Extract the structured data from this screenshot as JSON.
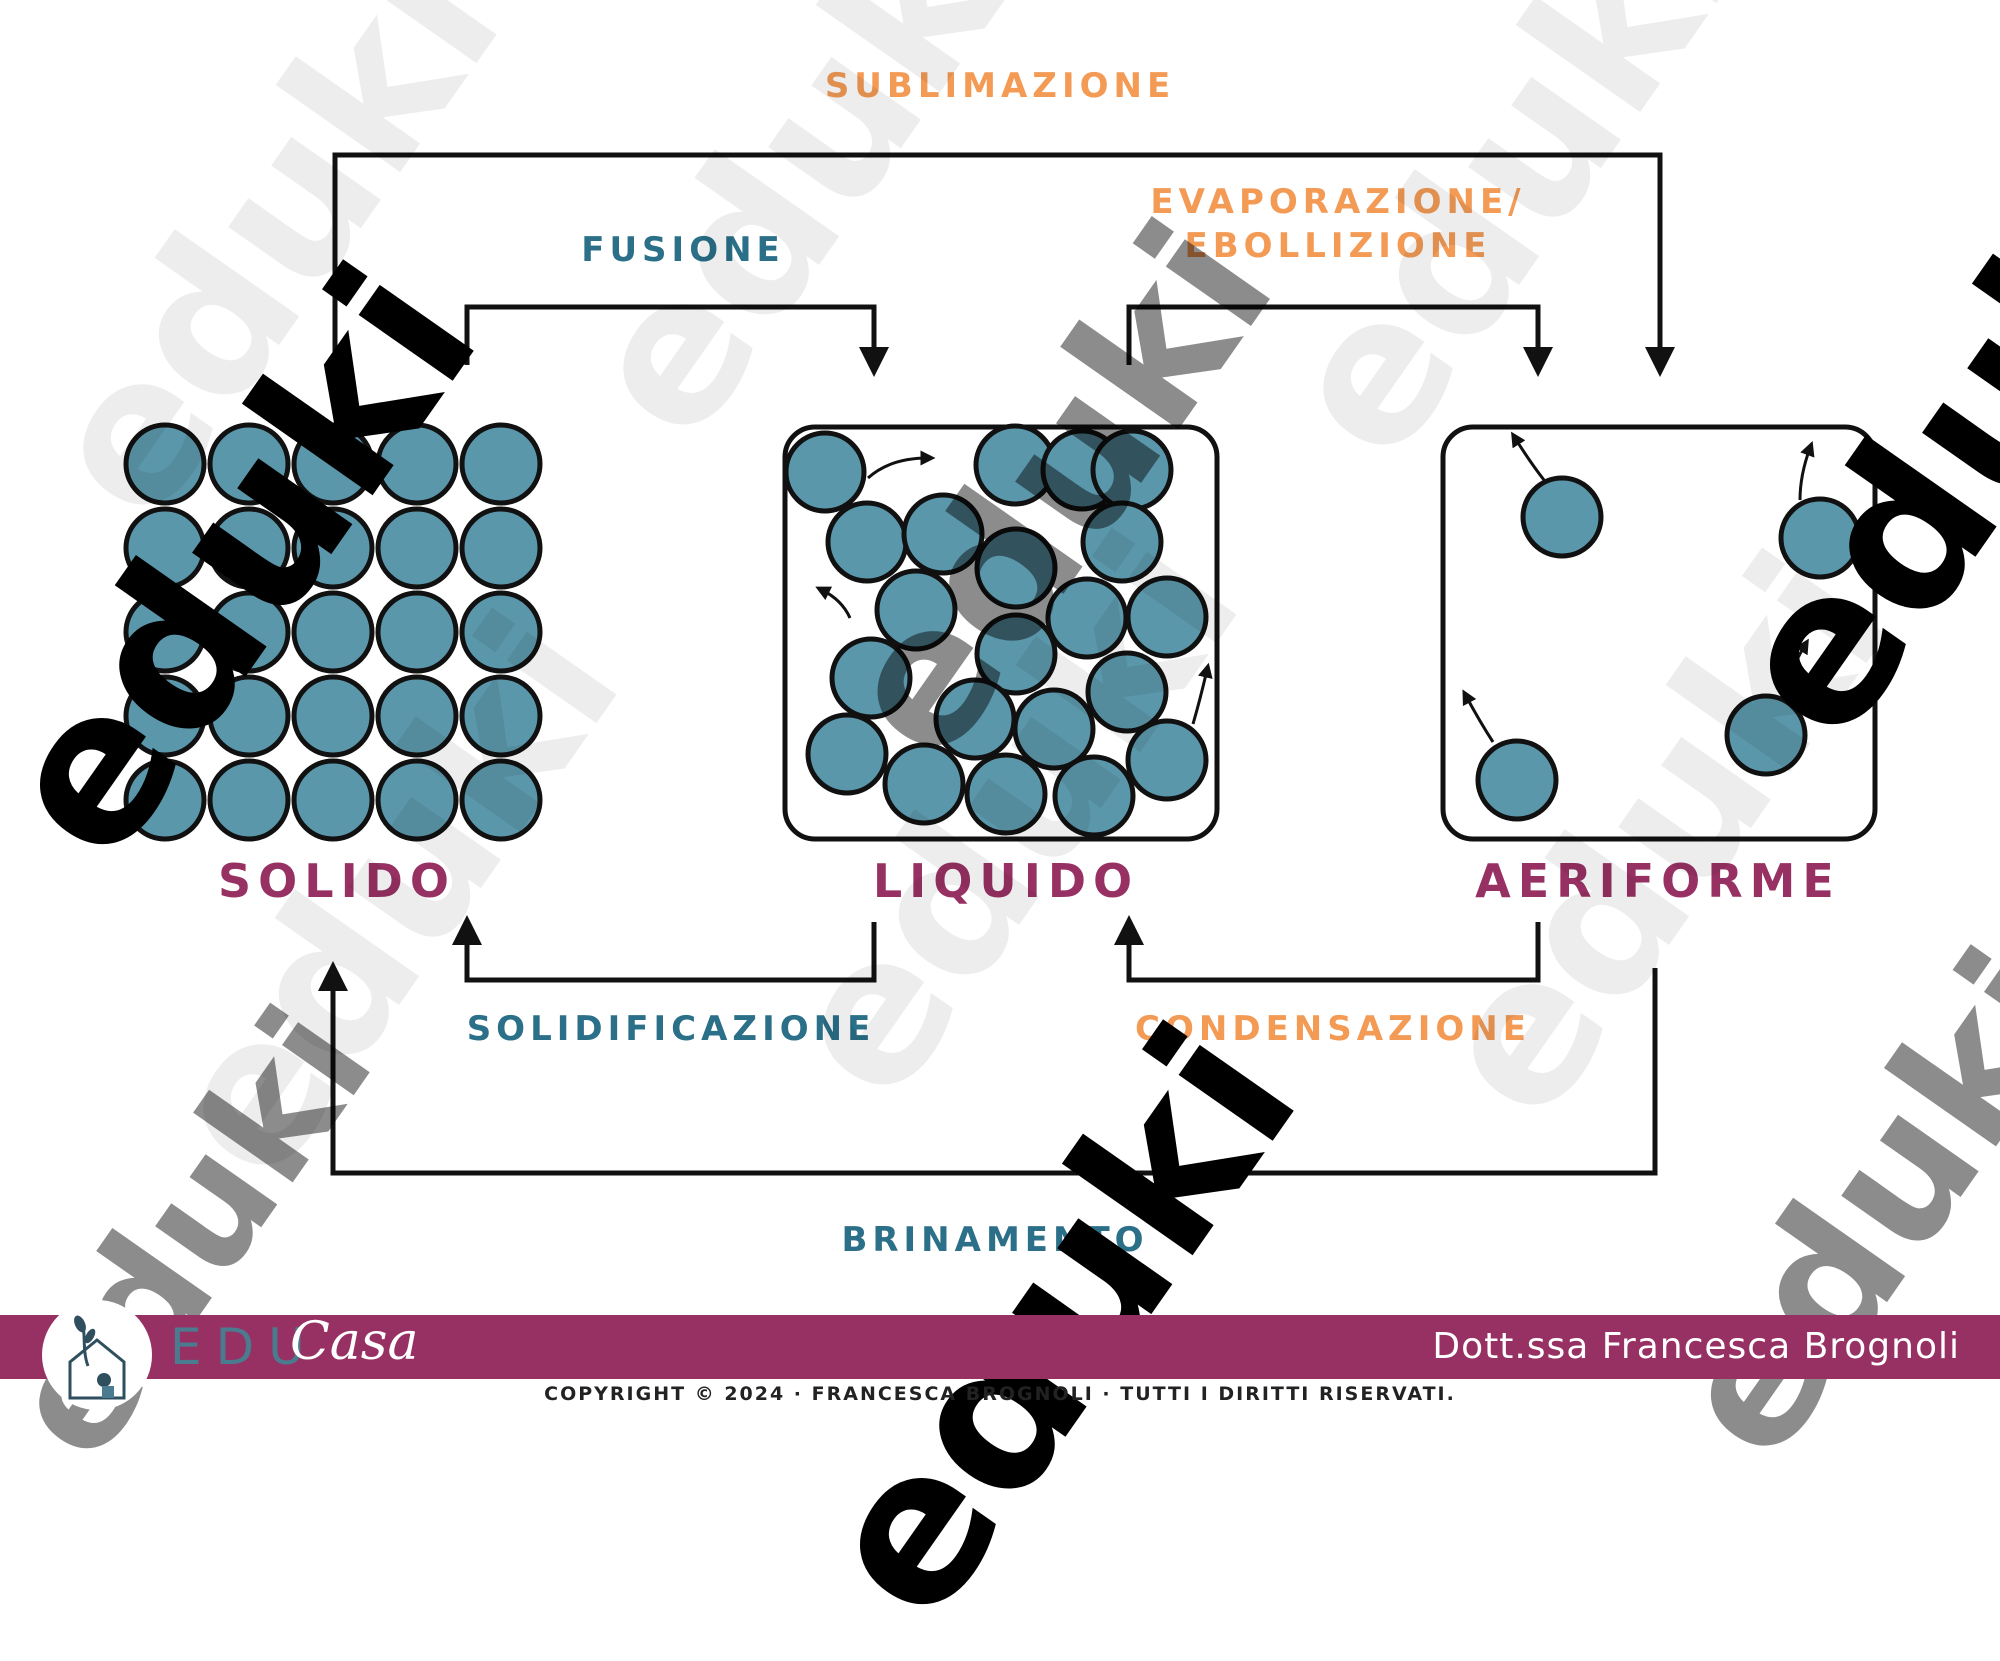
{
  "labels": {
    "sublimazione": "SUBLIMAZIONE",
    "fusione": "FUSIONE",
    "evaporazione_line1": "EVAPORAZIONE/",
    "evaporazione_line2": "EBOLLIZIONE",
    "solido": "SOLIDO",
    "liquido": "LIQUIDO",
    "aeriforme": "AERIFORME",
    "solidificazione": "SOLIDIFICAZIONE",
    "condensazione": "CONDENSAZIONE",
    "brinamento": "BRINAMENTO"
  },
  "colors": {
    "orange": "#f39a55",
    "teal": "#2b6f88",
    "magenta": "#973163",
    "particle_fill": "#5b97ab",
    "particle_stroke": "#111111",
    "line": "#111111"
  },
  "watermark": {
    "text": "eduki"
  },
  "footer": {
    "brand_edu": "EDU",
    "brand_casa": "Casa",
    "author": "Dott.ssa Francesca Brognoli",
    "copyright": "COPYRIGHT © 2024 · FRANCESCA BROGNOLI · TUTTI I DIRITTI RISERVATI."
  }
}
